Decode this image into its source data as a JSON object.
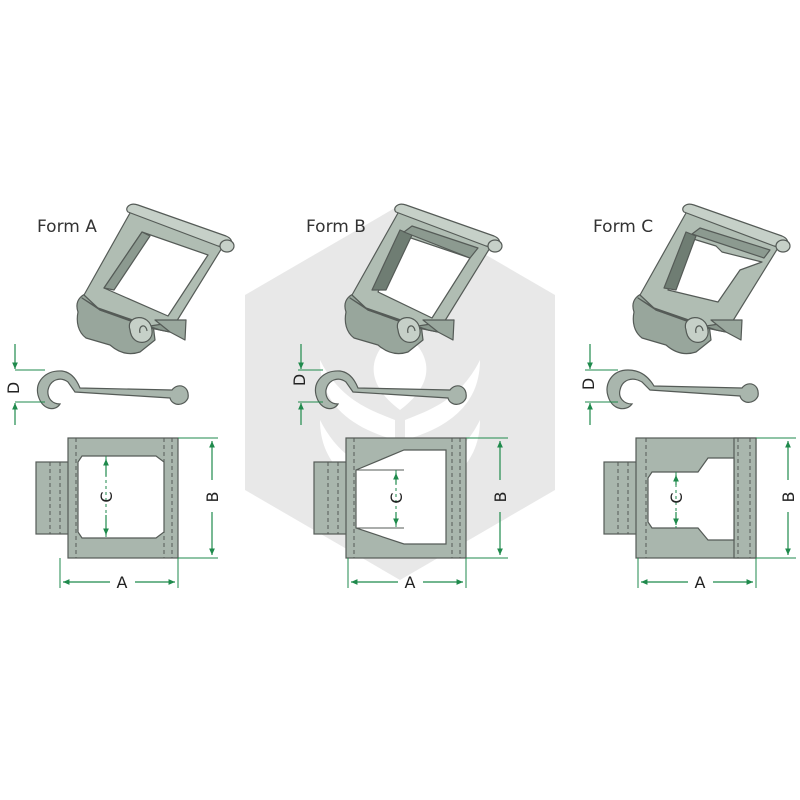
{
  "forms": [
    {
      "title": "Form A",
      "dims": {
        "a": "A",
        "b": "B",
        "c": "C",
        "d": "D"
      }
    },
    {
      "title": "Form B",
      "dims": {
        "a": "A",
        "b": "B",
        "c": "C",
        "d": "D"
      }
    },
    {
      "title": "Form C",
      "dims": {
        "a": "A",
        "b": "B",
        "c": "C",
        "d": "D"
      }
    }
  ],
  "colors": {
    "part_fill": "#a9b6ad",
    "part_light": "#c6d0c8",
    "part_dark": "#7c8a80",
    "outline": "#555b57",
    "dimension": "#1f8a4c",
    "watermark": "#d9d9d9"
  },
  "watermark_icon": "hexagon-plant-logo"
}
